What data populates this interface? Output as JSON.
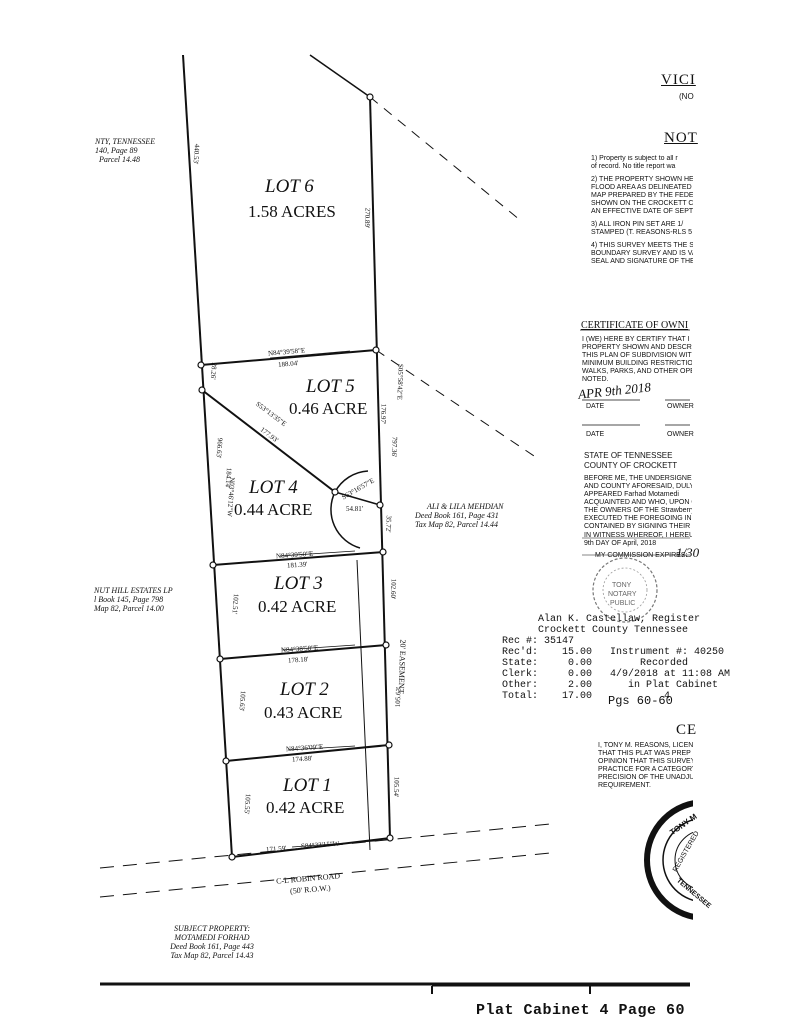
{
  "plat": {
    "lots": [
      {
        "name": "LOT 6",
        "area": "1.58 ACRES"
      },
      {
        "name": "LOT 5",
        "area": "0.46 ACRE"
      },
      {
        "name": "LOT 4",
        "area": "0.44 ACRE"
      },
      {
        "name": "LOT 3",
        "area": "0.42 ACRE"
      },
      {
        "name": "LOT 2",
        "area": "0.43 ACRE"
      },
      {
        "name": "LOT 1",
        "area": "0.42 ACRE"
      }
    ],
    "dims": {
      "left_top": "440.53'",
      "right_top": "270.89'",
      "b56_bearing": "N84°39'58\"E",
      "b56_dist": "188.04'",
      "l5_left": "28.26'",
      "l5_right_bearing": "S05°58'42\"E",
      "l5_right_dist": "176.97'",
      "right_total": "797.36'",
      "diag_bearing": "S53°13'35\"E",
      "diag_dist": "177.93'",
      "left_long": "966.63'",
      "l4_left": "184.14'",
      "left_bearing": "N03°46'12\"W",
      "curve_bearing": "S63°16'57\"E",
      "curve_dist": "54.81'",
      "l4_right": "35.72'",
      "b34_bearing": "N84°39'50\"E",
      "b34_dist": "181.39'",
      "l3_left": "102.51'",
      "l3_right": "102.60'",
      "b23_bearing": "N84°38'58\"E",
      "b23_dist": "178.18'",
      "l2_left": "105.63'",
      "l2_right": "105.63'",
      "easement": "20' EASEMENT",
      "b12_bearing": "N84°36'09\"E",
      "b12_dist": "174.88'",
      "l1_left": "105.55'",
      "l1_right": "105.54'",
      "bottom_dist": "171.59'",
      "bottom_bearing": "S84°33'15\"W"
    },
    "road": {
      "name": "C-L ROBIN ROAD",
      "row": "(50' R.O.W.)"
    },
    "adjoiners": {
      "nw": [
        "NTY, TENNESSEE",
        "140, Page 89",
        "Parcel 14.48"
      ],
      "east": [
        "ALI & LILA MEHDIAN",
        "Deed Book 161, Page 431",
        "Tax Map 82, Parcel 14.44"
      ],
      "west": [
        "NUT HILL ESTATES LP",
        "l Book 145, Page 798",
        "Map 82, Parcel 14.00"
      ],
      "subject": [
        "SUBJECT PROPERTY:",
        "MOTAMEDI FORHAD",
        "Deed Book 161, Page 443",
        "Tax Map 82, Parcel 14.43"
      ]
    }
  },
  "right_panel": {
    "vicinity_title": "VICI",
    "vicinity_sub": "(NO",
    "notes_title": "NOT",
    "notes": [
      "1) Property is subject to all r\nof record. No title report wa",
      "2) THE PROPERTY SHOWN HER\nFLOOD AREA AS DELINEATED (\nMAP PREPARED BY THE FEDER\nSHOWN ON THE CROCKETT CO\nAN EFFECTIVE DATE OF SEPTE",
      "3) ALL IRON PIN SET ARE 1/\nSTAMPED (T. REASONS-RLS 5",
      "4) THIS SURVEY MEETS THE S\nBOUNDARY SURVEY AND IS VA\nSEAL AND SIGNATURE OF THE"
    ],
    "cert_owner_title": "CERTIFICATE OF OWNI",
    "cert_owner_body": "I (WE) HERE BY CERTIFY THAT I\nPROPERTY SHOWN AND DESCRIBE\nTHIS PLAN OF SUBDIVISION WITH I\nMINIMUM BUILDING RESTRICTION L\nWALKS, PARKS, AND OTHER OPEN\nNOTED.",
    "signature_date": "APR 9th 2018",
    "date_label": "DATE",
    "owner_label": "OWNER",
    "state": "STATE OF TENNESSEE",
    "county": "COUNTY OF CROCKETT",
    "notary_body": "BEFORE ME, THE UNDERSIGNED, A\nAND COUNTY AFORESAID, DULY C\nAPPEARED Farhad Motamedi\nACQUAINTED AND WHO, UPON OA\nTHE OWNERS OF THE Strawberry\nEXECUTED THE FOREGOING INSTR\nCONTAINED BY SIGNING THEIR NA",
    "witness": "IN WITNESS WHEREOF, I HEREUNT\n9th DAY OF April, 2018",
    "commission": "MY COMMISSION EXPIRES:",
    "commission_val": "1/30",
    "surveyor_title": "CE",
    "surveyor_body": "I, TONY M. REASONS, LICEN\nTHAT THIS PLAT WAS PREP\nOPINION THAT THIS SURVEY\nPRACTICE FOR A CATEGORY\nPRECISION OF THE UNADJUS\nREQUIREMENT."
  },
  "register_stamp": {
    "lines": [
      "Alan K. Castellaw, Register",
      "Crockett County Tennessee",
      "Rec #: 35147",
      "Rec'd:    15.00   Instrument #: 40250",
      "State:     0.00        Recorded",
      "Clerk:     0.00   4/9/2018 at 11:08 AM",
      "Other:     2.00      in Plat Cabinet",
      "Total:    17.00            4"
    ],
    "pages": "Pgs 60-60"
  },
  "seal_text": [
    "TONY M",
    "REGISTERED",
    "TENNESSEE"
  ],
  "notary_seal_text": [
    "TONY",
    "NOTARY",
    "PUBLIC"
  ],
  "footer": "Plat Cabinet 4 Page 60"
}
